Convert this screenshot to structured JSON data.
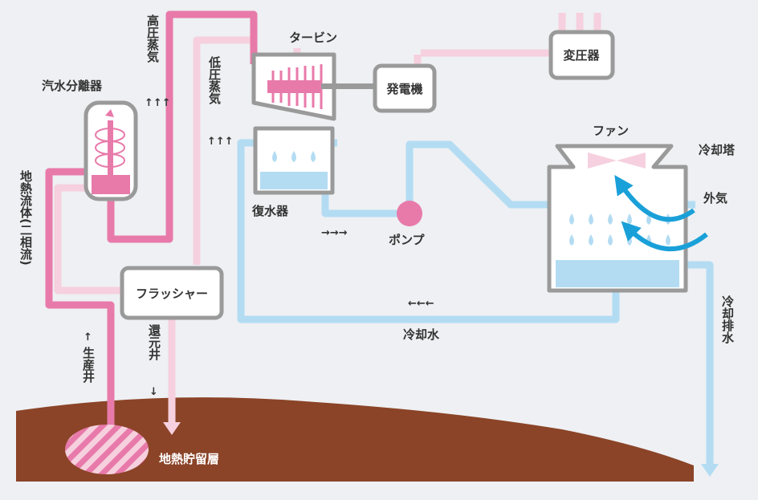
{
  "labels": {
    "separator": "汽水分離器",
    "high_pressure_steam": "高圧蒸気",
    "low_pressure_steam": "低圧蒸気",
    "turbine": "タービン",
    "generator": "発電機",
    "transformer": "変圧器",
    "condenser": "復水器",
    "pump": "ポンプ",
    "fan": "ファン",
    "cooling_tower": "冷却塔",
    "outside_air": "外気",
    "flasher": "フラッシャー",
    "cooling_water": "冷却水",
    "cooling_drain": "冷却排水",
    "geothermal_fluid": "地熱流体(二相流)",
    "production_well": "生産井",
    "reinjection_well": "還元井",
    "reservoir": "地熱貯留層"
  },
  "arrows": {
    "up": "↑↑↑",
    "right": "→→→",
    "left": "←←←",
    "single_up": "↑",
    "single_down": "↓"
  },
  "colors": {
    "background": "#eef0f3",
    "ground": "#8b4428",
    "steam_pink": "#e87aaa",
    "light_pink": "#f6d0de",
    "cool_blue": "#b3dcf3",
    "outline_gray": "#9a9a9a",
    "dark_blue": "#1aa0d8"
  }
}
